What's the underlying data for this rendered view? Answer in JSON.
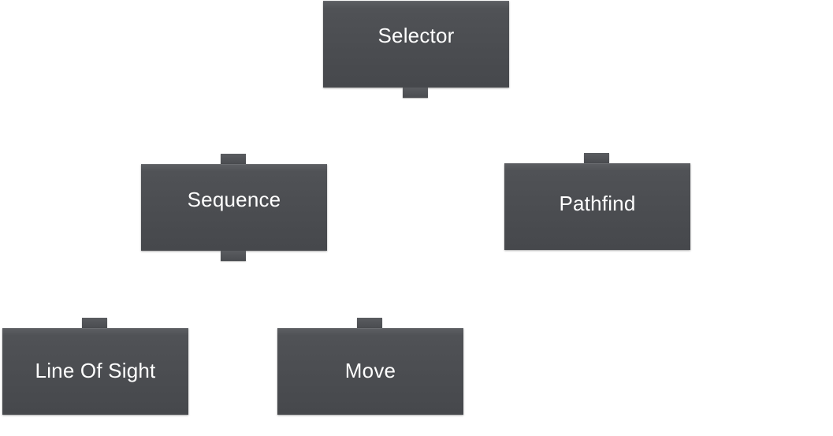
{
  "nodes": {
    "selector": {
      "label": "Selector"
    },
    "sequence": {
      "label": "Sequence"
    },
    "pathfind": {
      "label": "Pathfind"
    },
    "line_of_sight": {
      "label": "Line Of Sight"
    },
    "move": {
      "label": "Move"
    }
  },
  "colors": {
    "node_fill": "#4a4c50",
    "node_text": "#ffffff",
    "background": "#ffffff"
  }
}
